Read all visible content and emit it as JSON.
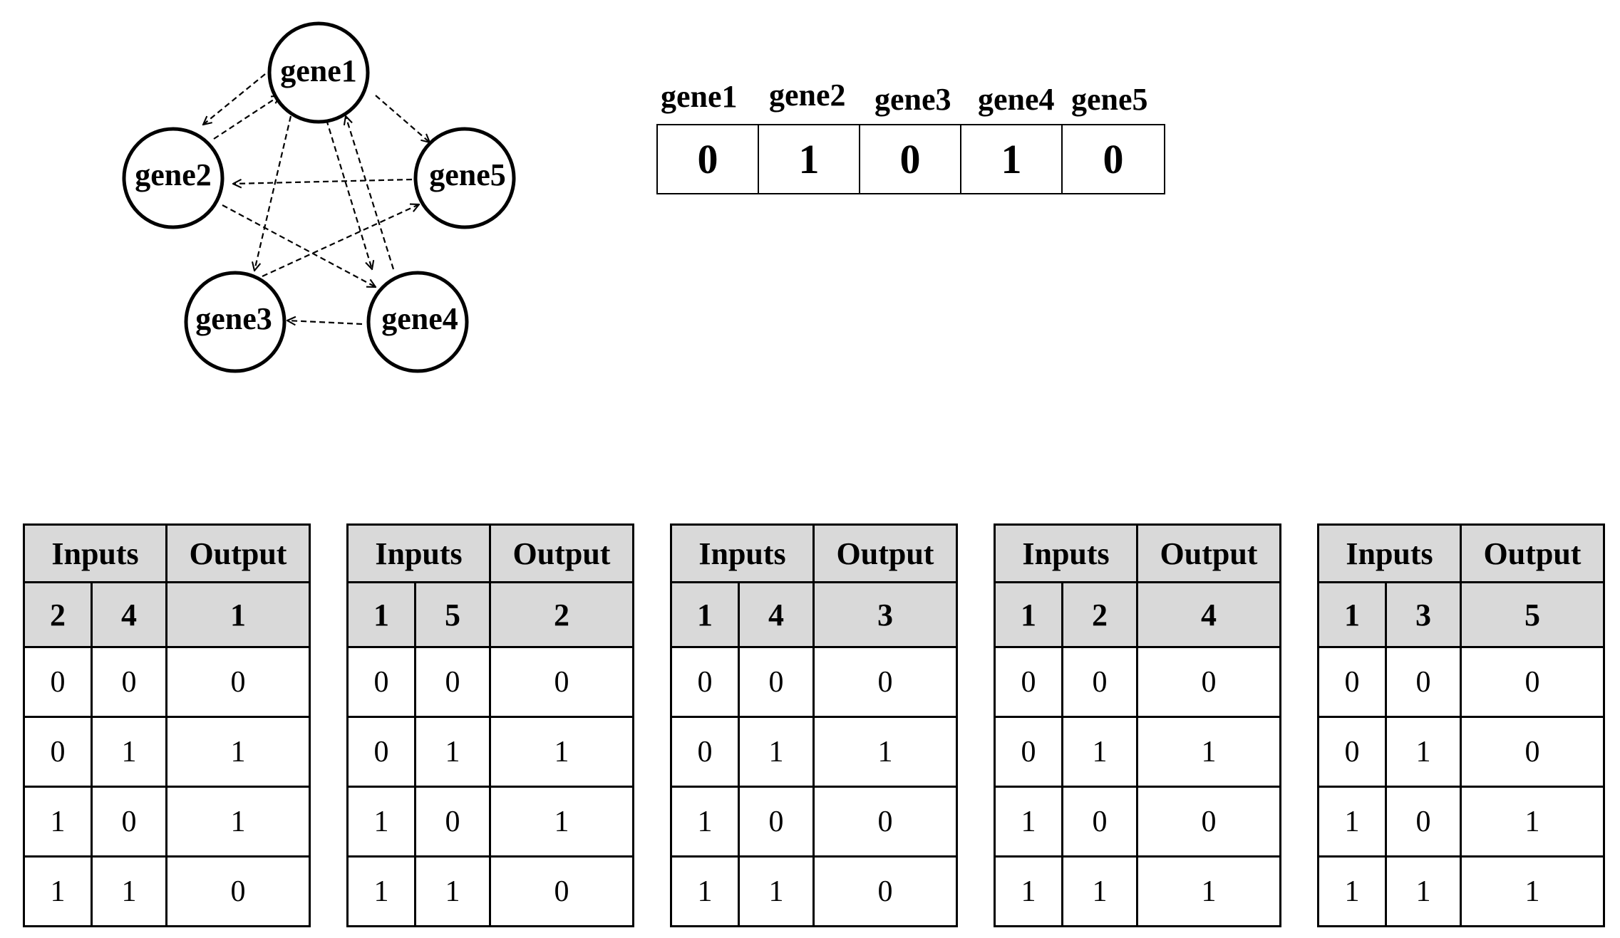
{
  "network": {
    "nodes": [
      "gene1",
      "gene2",
      "gene3",
      "gene4",
      "gene5"
    ],
    "edges": [
      [
        "gene1",
        "gene2"
      ],
      [
        "gene2",
        "gene1"
      ],
      [
        "gene1",
        "gene5"
      ],
      [
        "gene1",
        "gene3"
      ],
      [
        "gene1",
        "gene4"
      ],
      [
        "gene4",
        "gene1"
      ],
      [
        "gene5",
        "gene2"
      ],
      [
        "gene2",
        "gene4"
      ],
      [
        "gene3",
        "gene5"
      ],
      [
        "gene4",
        "gene3"
      ]
    ]
  },
  "state": {
    "labels": [
      "gene1",
      "gene2",
      "gene3",
      "gene4",
      "gene5"
    ],
    "values": [
      "0",
      "1",
      "0",
      "1",
      "0"
    ]
  },
  "tables": [
    {
      "inputs_header": "Inputs",
      "output_header": "Output",
      "in1": "2",
      "in2": "4",
      "out": "1",
      "rows": [
        [
          "0",
          "0",
          "0"
        ],
        [
          "0",
          "1",
          "1"
        ],
        [
          "1",
          "0",
          "1"
        ],
        [
          "1",
          "1",
          "0"
        ]
      ]
    },
    {
      "inputs_header": "Inputs",
      "output_header": "Output",
      "in1": "1",
      "in2": "5",
      "out": "2",
      "rows": [
        [
          "0",
          "0",
          "0"
        ],
        [
          "0",
          "1",
          "1"
        ],
        [
          "1",
          "0",
          "1"
        ],
        [
          "1",
          "1",
          "0"
        ]
      ]
    },
    {
      "inputs_header": "Inputs",
      "output_header": "Output",
      "in1": "1",
      "in2": "4",
      "out": "3",
      "rows": [
        [
          "0",
          "0",
          "0"
        ],
        [
          "0",
          "1",
          "1"
        ],
        [
          "1",
          "0",
          "0"
        ],
        [
          "1",
          "1",
          "0"
        ]
      ]
    },
    {
      "inputs_header": "Inputs",
      "output_header": "Output",
      "in1": "1",
      "in2": "2",
      "out": "4",
      "rows": [
        [
          "0",
          "0",
          "0"
        ],
        [
          "0",
          "1",
          "1"
        ],
        [
          "1",
          "0",
          "0"
        ],
        [
          "1",
          "1",
          "1"
        ]
      ]
    },
    {
      "inputs_header": "Inputs",
      "output_header": "Output",
      "in1": "1",
      "in2": "3",
      "out": "5",
      "rows": [
        [
          "0",
          "0",
          "0"
        ],
        [
          "0",
          "1",
          "0"
        ],
        [
          "1",
          "0",
          "1"
        ],
        [
          "1",
          "1",
          "1"
        ]
      ]
    }
  ]
}
